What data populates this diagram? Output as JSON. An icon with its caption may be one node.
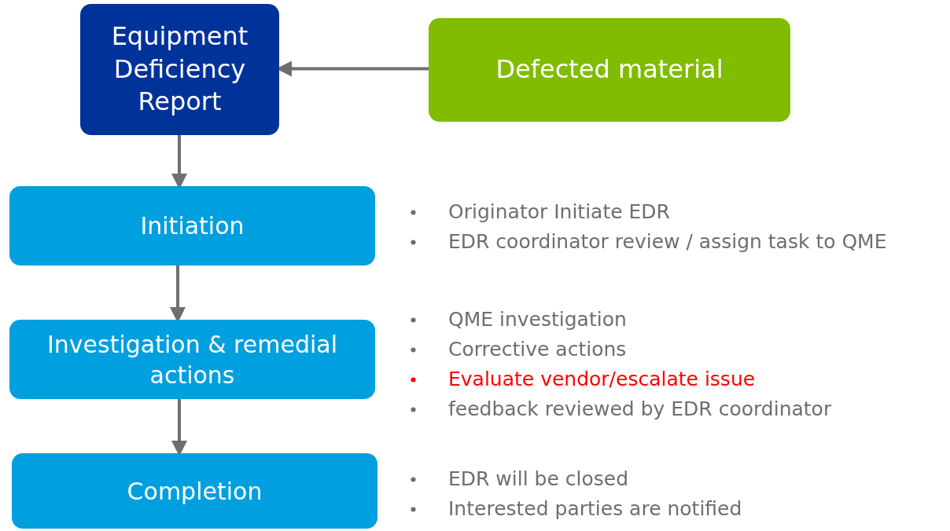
{
  "diagram": {
    "nodes": [
      {
        "text": [
          "Equipment Deficiency Report"
        ]
      },
      {
        "text": [
          "Defected material"
        ]
      },
      {
        "text": [
          "Initiation"
        ],
        "beside": [
          "Originator Initiate EDR",
          "EDR coordinator review / assign task to QME"
        ]
      },
      {
        "text": [
          "Investigation & remedial actions"
        ],
        "beside": [
          "QME investigation",
          "Corrective actions",
          "Evaluate vendor/escalate issue",
          "feedback reviewed by EDR coordinator"
        ]
      },
      {
        "text": [
          "Completion"
        ],
        "beside": [
          "EDR will be closed",
          "Interested parties are notified"
        ]
      }
    ],
    "edges": [
      {
        "from": 1,
        "to": 0,
        "arrow": "to"
      },
      {
        "from": 0,
        "to": 2,
        "arrow": "to"
      },
      {
        "from": 2,
        "to": 3,
        "arrow": "to"
      },
      {
        "from": 3,
        "to": 4,
        "arrow": "to"
      }
    ]
  }
}
